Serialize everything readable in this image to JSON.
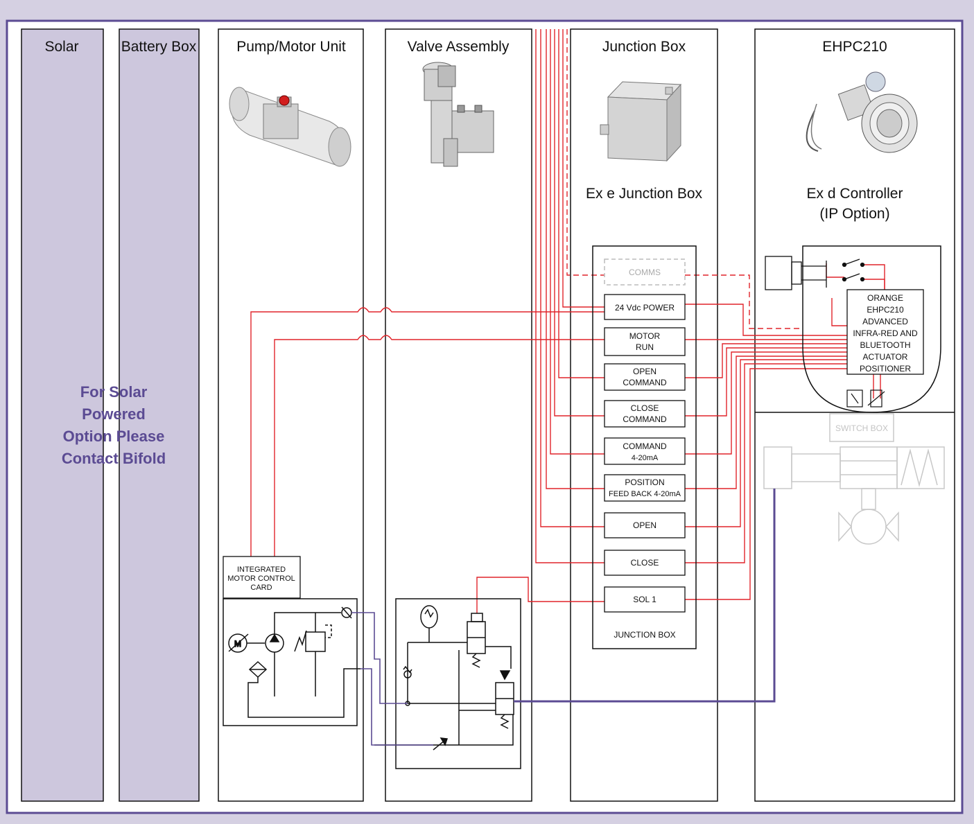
{
  "columns": {
    "solar": "Solar",
    "battery": "Battery Box",
    "pump": "Pump/Motor Unit",
    "valve": "Valve Assembly",
    "junction": "Junction Box",
    "controller": "EHPC210"
  },
  "solar_note": [
    "For Solar",
    "Powered",
    "Option Please",
    "Contact Bifold"
  ],
  "junction_caption": "Ex e Junction Box",
  "controller_caption": [
    "Ex d Controller",
    "(IP Option)"
  ],
  "terminals": {
    "comms": "COMMS",
    "power": "24 Vdc POWER",
    "motor_run": [
      "MOTOR",
      "RUN"
    ],
    "open_command": [
      "OPEN",
      "COMMAND"
    ],
    "close_command": [
      "CLOSE",
      "COMMAND"
    ],
    "command_ma": [
      "COMMAND",
      "4-20mA"
    ],
    "position_fb": [
      "POSITION",
      "FEED BACK 4-20mA"
    ],
    "open": "OPEN",
    "close": "CLOSE",
    "sol": "SOL 1"
  },
  "junction_box_label": "JUNCTION BOX",
  "motor_card": [
    "INTEGRATED",
    "MOTOR CONTROL",
    "CARD"
  ],
  "positioner": [
    "ORANGE",
    "EHPC210",
    "ADVANCED",
    "INFRA-RED AND",
    "BLUETOOTH",
    "ACTUATOR",
    "POSITIONER"
  ],
  "switch_box": "SWITCH BOX",
  "colors": {
    "wire": "#e0242a",
    "hydraulic": "#5b4b93",
    "frame": "#5b4b93",
    "panel": "#cdc7dd",
    "ghost": "#c8c8c8"
  }
}
